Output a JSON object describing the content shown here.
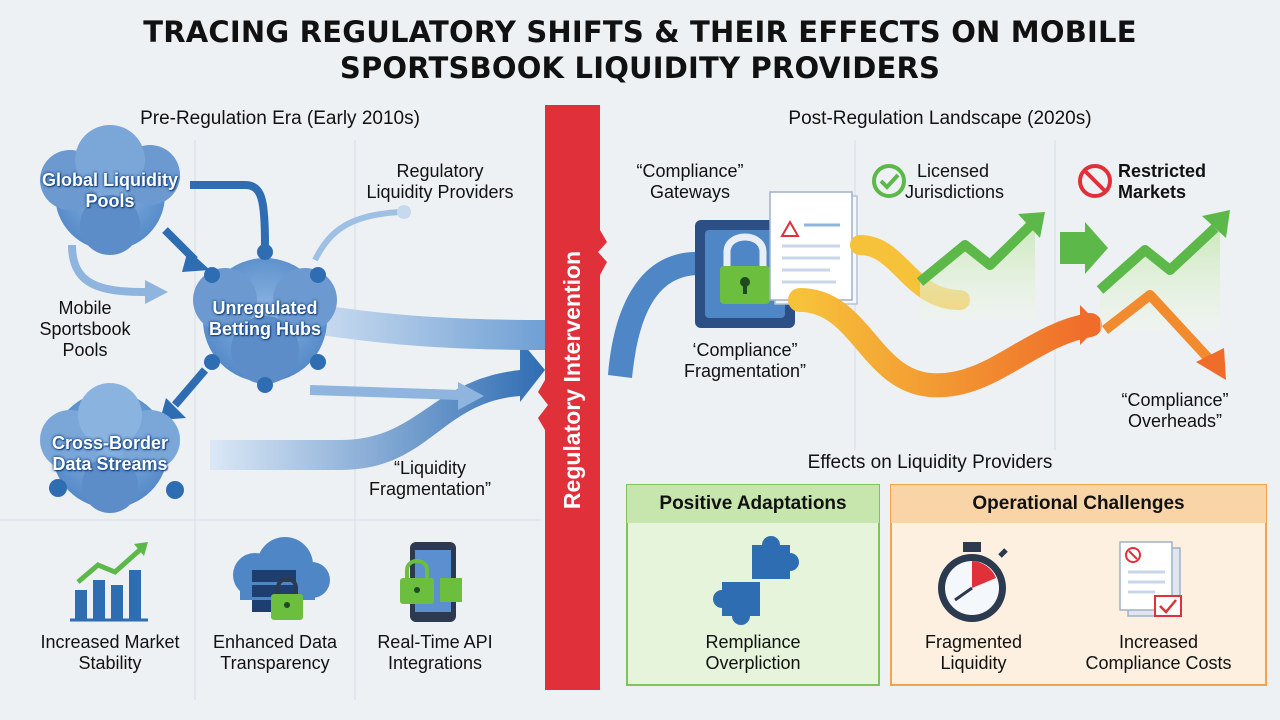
{
  "title": {
    "line1": "TRACING REGULATORY SHIFTS & THEIR EFFECTS ON MOBILE",
    "line2": "SPORTSBOOK LIQUIDITY PROVIDERS"
  },
  "pre_regulation": {
    "heading": "Pre-Regulation Era (Early 2010s)",
    "nodes": {
      "global_pools": [
        "Global Liquidity",
        "Pools"
      ],
      "hubs": [
        "Unregulated",
        "Betting Hubs"
      ],
      "cross_border": [
        "Cross-Border",
        "Data Streams"
      ]
    },
    "labels": {
      "mobile_pools": [
        "Mobile",
        "Sportsbook",
        "Pools"
      ],
      "regulatory_providers": [
        "Regulatory",
        "Liquidity Providers"
      ],
      "liquidity_fragmentation": [
        "“Liquidity",
        "Fragmentation”"
      ]
    },
    "icons": [
      {
        "icon": "rising-bar-chart-icon",
        "caption": [
          "Increased Market",
          "Stability"
        ]
      },
      {
        "icon": "cloud-server-lock-icon",
        "caption": [
          "Enhanced Data",
          "Transparency"
        ]
      },
      {
        "icon": "phone-lock-icon",
        "caption": [
          "Real-Time API",
          "Integrations"
        ]
      }
    ]
  },
  "divider": {
    "label": "Regulatory Intervention",
    "color": "#e0303a"
  },
  "post_regulation": {
    "heading": "Post-Regulation Landscape (2020s)",
    "labels": {
      "gateways": [
        "“Compliance”",
        "Gateways"
      ],
      "fragmentation": [
        "‘Compliance”",
        "Fragmentation”"
      ],
      "licensed": [
        "Licensed",
        "Jurisdictions"
      ],
      "restricted": [
        "Restricted",
        "Markets"
      ],
      "overheads": [
        "“Compliance”",
        "Overheads”"
      ]
    },
    "effects": {
      "heading": "Effects on Liquidity Providers",
      "positive": {
        "heading": "Positive Adaptations",
        "caption": [
          "Rempliance",
          "Overpliction"
        ],
        "icon": "puzzle-pieces-icon",
        "color": "#d9efc9"
      },
      "challenges": {
        "heading": "Operational Challenges",
        "items": [
          {
            "icon": "stopwatch-icon",
            "caption": [
              "Fragmented",
              "Liquidity"
            ]
          },
          {
            "icon": "document-stack-icon",
            "caption": [
              "Increased",
              "Compliance Costs"
            ]
          }
        ],
        "color": "#fbe3c6"
      }
    }
  },
  "colors": {
    "blue_dark": "#2f6db3",
    "blue_light": "#8fb5de",
    "green": "#5cb848",
    "orange": "#f28a2e",
    "red": "#e0303a"
  }
}
